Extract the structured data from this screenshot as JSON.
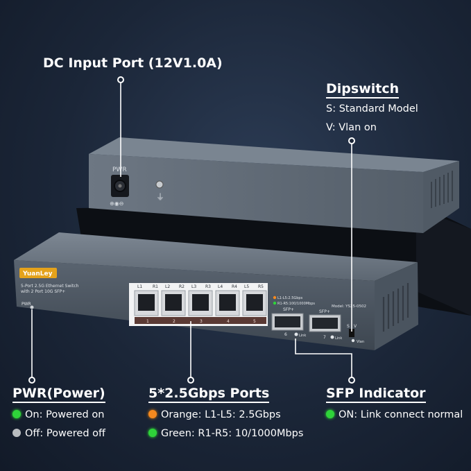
{
  "dc": {
    "title": "DC Input Port (12V1.0A)",
    "port_label": "PWR",
    "polarity": "⊕◉⊖"
  },
  "dip": {
    "title": "Dipswitch",
    "line1": "S: Standard Model",
    "line2": "V: Vlan on"
  },
  "pwr": {
    "title": "PWR(Power)",
    "on": "On: Powered on",
    "off": "Off: Powered off"
  },
  "ports": {
    "title": "5*2.5Gbps Ports",
    "orange": "Orange: L1-L5: 2.5Gbps",
    "green": "Green: R1-R5: 10/1000Mbps"
  },
  "sfp": {
    "title": "SFP Indicator",
    "on": "ON: Link connect normal"
  },
  "device": {
    "brand": "YuanLey",
    "desc1": "5-Port 2.5G Ethernet Switch",
    "desc2": "with 2 Port 10G SFP+",
    "pwr_label": "PWR",
    "model": "Model: YS25-0502",
    "legend1": "L1-L5:2.5Gbps",
    "legend2": "R1-R5:100/1000Mbps",
    "sfp_label": "SFP+",
    "sfp6": "6",
    "sfp7": "7",
    "link": "Link",
    "s_label": "S",
    "v_label": "V",
    "vlan": "Vlan",
    "port_labels": [
      "L1",
      "R1",
      "L2",
      "R2",
      "L3",
      "R3",
      "L4",
      "R4",
      "L5",
      "R5"
    ],
    "port_numbers": [
      "1",
      "2",
      "3",
      "4",
      "5"
    ]
  },
  "colors": {
    "green": "#2fd33a",
    "orange": "#f5891f",
    "grey": "#b9bcc0"
  }
}
